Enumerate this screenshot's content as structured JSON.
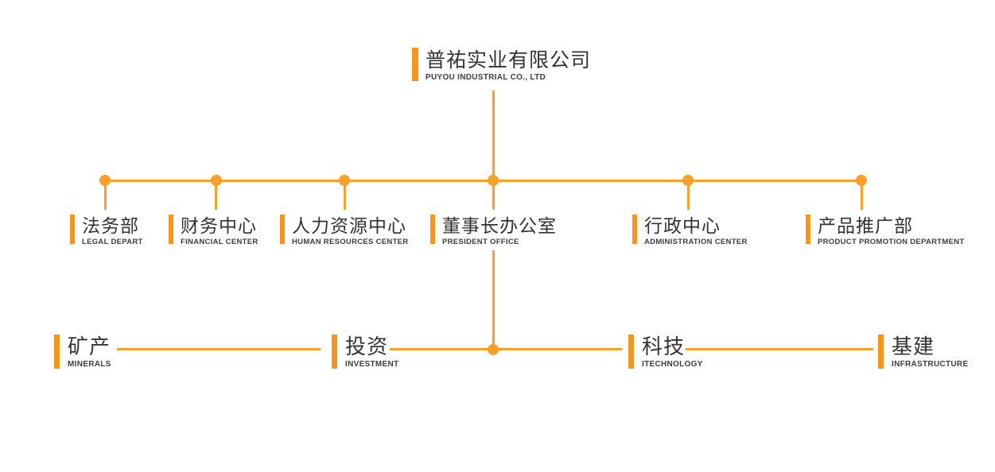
{
  "title": {
    "zh": "普祐实业有限公司",
    "en": "PUYOU INDUSTRIAL CO., LTD"
  },
  "departments": [
    {
      "zh": "法务部",
      "en": "LEGAL DEPART"
    },
    {
      "zh": "财务中心",
      "en": "FINANCIAL CENTER"
    },
    {
      "zh": "人力资源中心",
      "en": "HUMAN RESOURCES CENTER"
    },
    {
      "zh": "董事长办公室",
      "en": "PRESIDENT OFFICE"
    },
    {
      "zh": "行政中心",
      "en": "ADMINISTRATION CENTER"
    },
    {
      "zh": "产品推广部",
      "en": "PRODUCT PROMOTION DEPARTMENT"
    }
  ],
  "divisions": [
    {
      "zh": "矿产",
      "en": "MINERALS"
    },
    {
      "zh": "投资",
      "en": "INVESTMENT"
    },
    {
      "zh": "科技",
      "en": "ITECHNOLOGY"
    },
    {
      "zh": "基建",
      "en": "INFRASTRUCTURE"
    }
  ],
  "colors": {
    "accent_bar": "#F7941E",
    "connector": "#F9A02B",
    "text_primary": "#333333",
    "text_secondary": "#3D3D3D"
  }
}
